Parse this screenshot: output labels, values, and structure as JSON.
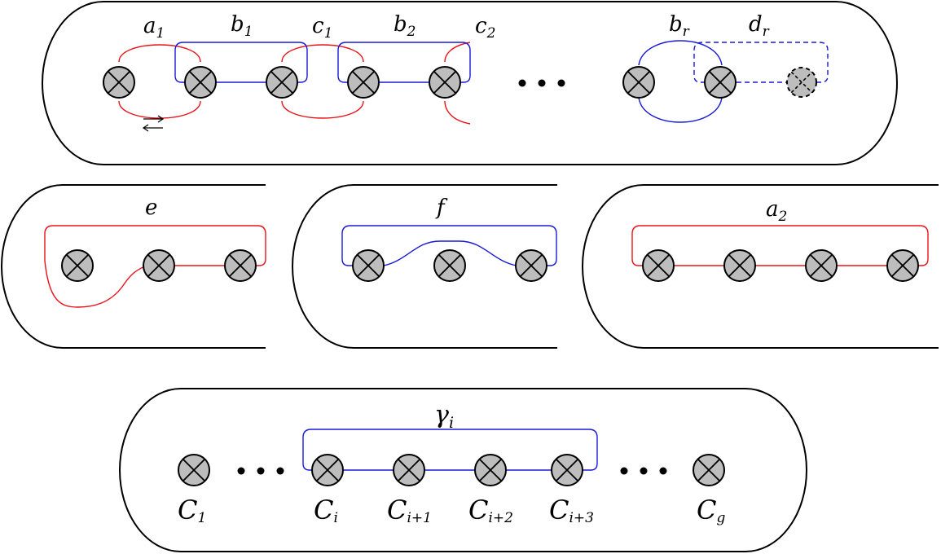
{
  "colors": {
    "red_curve": "#e8131a",
    "blue_curve": "#1a1ad6",
    "crosscap_fill": "#bdbdbd",
    "outline": "#000000"
  },
  "icons": {
    "crosscap": "crossed-circle",
    "ellipsis": "three-dots"
  },
  "panel_top": {
    "labels": {
      "a1": {
        "base": "a",
        "sub": "1"
      },
      "b1": {
        "base": "b",
        "sub": "1"
      },
      "c1": {
        "base": "c",
        "sub": "1"
      },
      "b2": {
        "base": "b",
        "sub": "2"
      },
      "c2": {
        "base": "c",
        "sub": "2"
      },
      "br": {
        "base": "b",
        "sub": "r"
      },
      "dr": {
        "base": "d",
        "sub": "r"
      }
    }
  },
  "panel_e": {
    "label": "e"
  },
  "panel_f": {
    "label": "f"
  },
  "panel_a2": {
    "label": {
      "base": "a",
      "sub": "2"
    }
  },
  "panel_bottom": {
    "gamma": {
      "base": "γ",
      "sub": "i"
    },
    "crosscaps": [
      {
        "base": "C",
        "sub": "1"
      },
      {
        "base": "C",
        "sub": "i"
      },
      {
        "base": "C",
        "sub": "i+1"
      },
      {
        "base": "C",
        "sub": "i+2"
      },
      {
        "base": "C",
        "sub": "i+3"
      },
      {
        "base": "C",
        "sub": "g"
      }
    ]
  }
}
